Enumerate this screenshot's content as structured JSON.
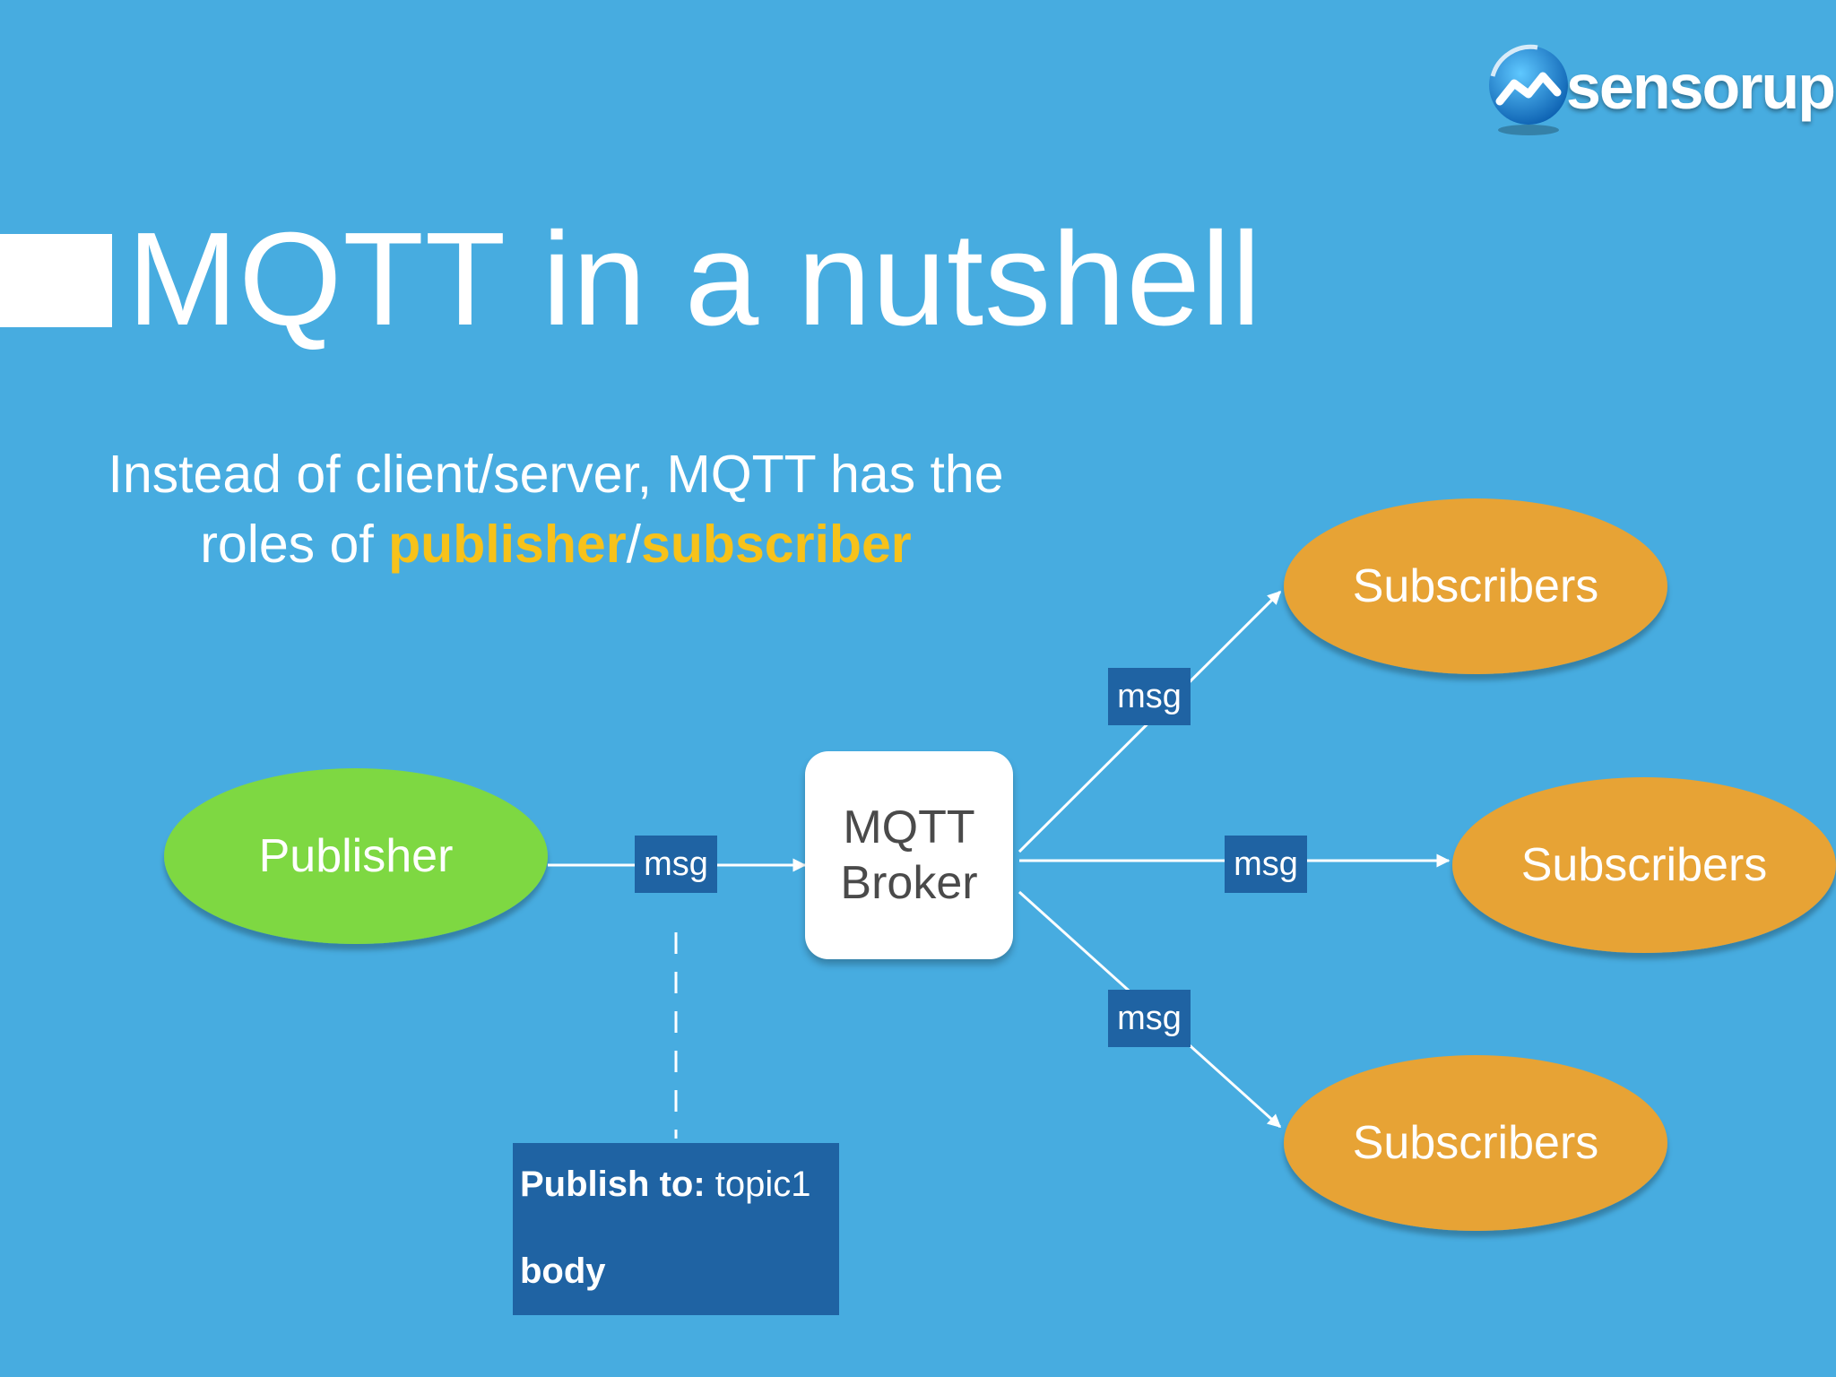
{
  "logo": {
    "text": "sensorup"
  },
  "title": "MQTT in a nutshell",
  "subtitle": {
    "line1": "Instead of client/server, MQTT has the",
    "line2_prefix": "roles of ",
    "highlight1": "publisher",
    "slash": "/",
    "highlight2": "subscriber"
  },
  "nodes": {
    "publisher": "Publisher",
    "broker_line1": "MQTT",
    "broker_line2": "Broker",
    "subscriber_top": "Subscribers",
    "subscriber_middle": "Subscribers",
    "subscriber_bottom": "Subscribers"
  },
  "messages": {
    "pub_to_broker": "msg",
    "broker_to_top": "msg",
    "broker_to_middle": "msg",
    "broker_to_bottom": "msg"
  },
  "info_box": {
    "publish_label": "Publish to:",
    "topic": "topic1",
    "body_label": "body"
  },
  "colors": {
    "background": "#47ace0",
    "publisher": "#7ed843",
    "subscriber": "#e7a334",
    "tag": "#1f63a3",
    "highlight": "#f7c21a"
  }
}
